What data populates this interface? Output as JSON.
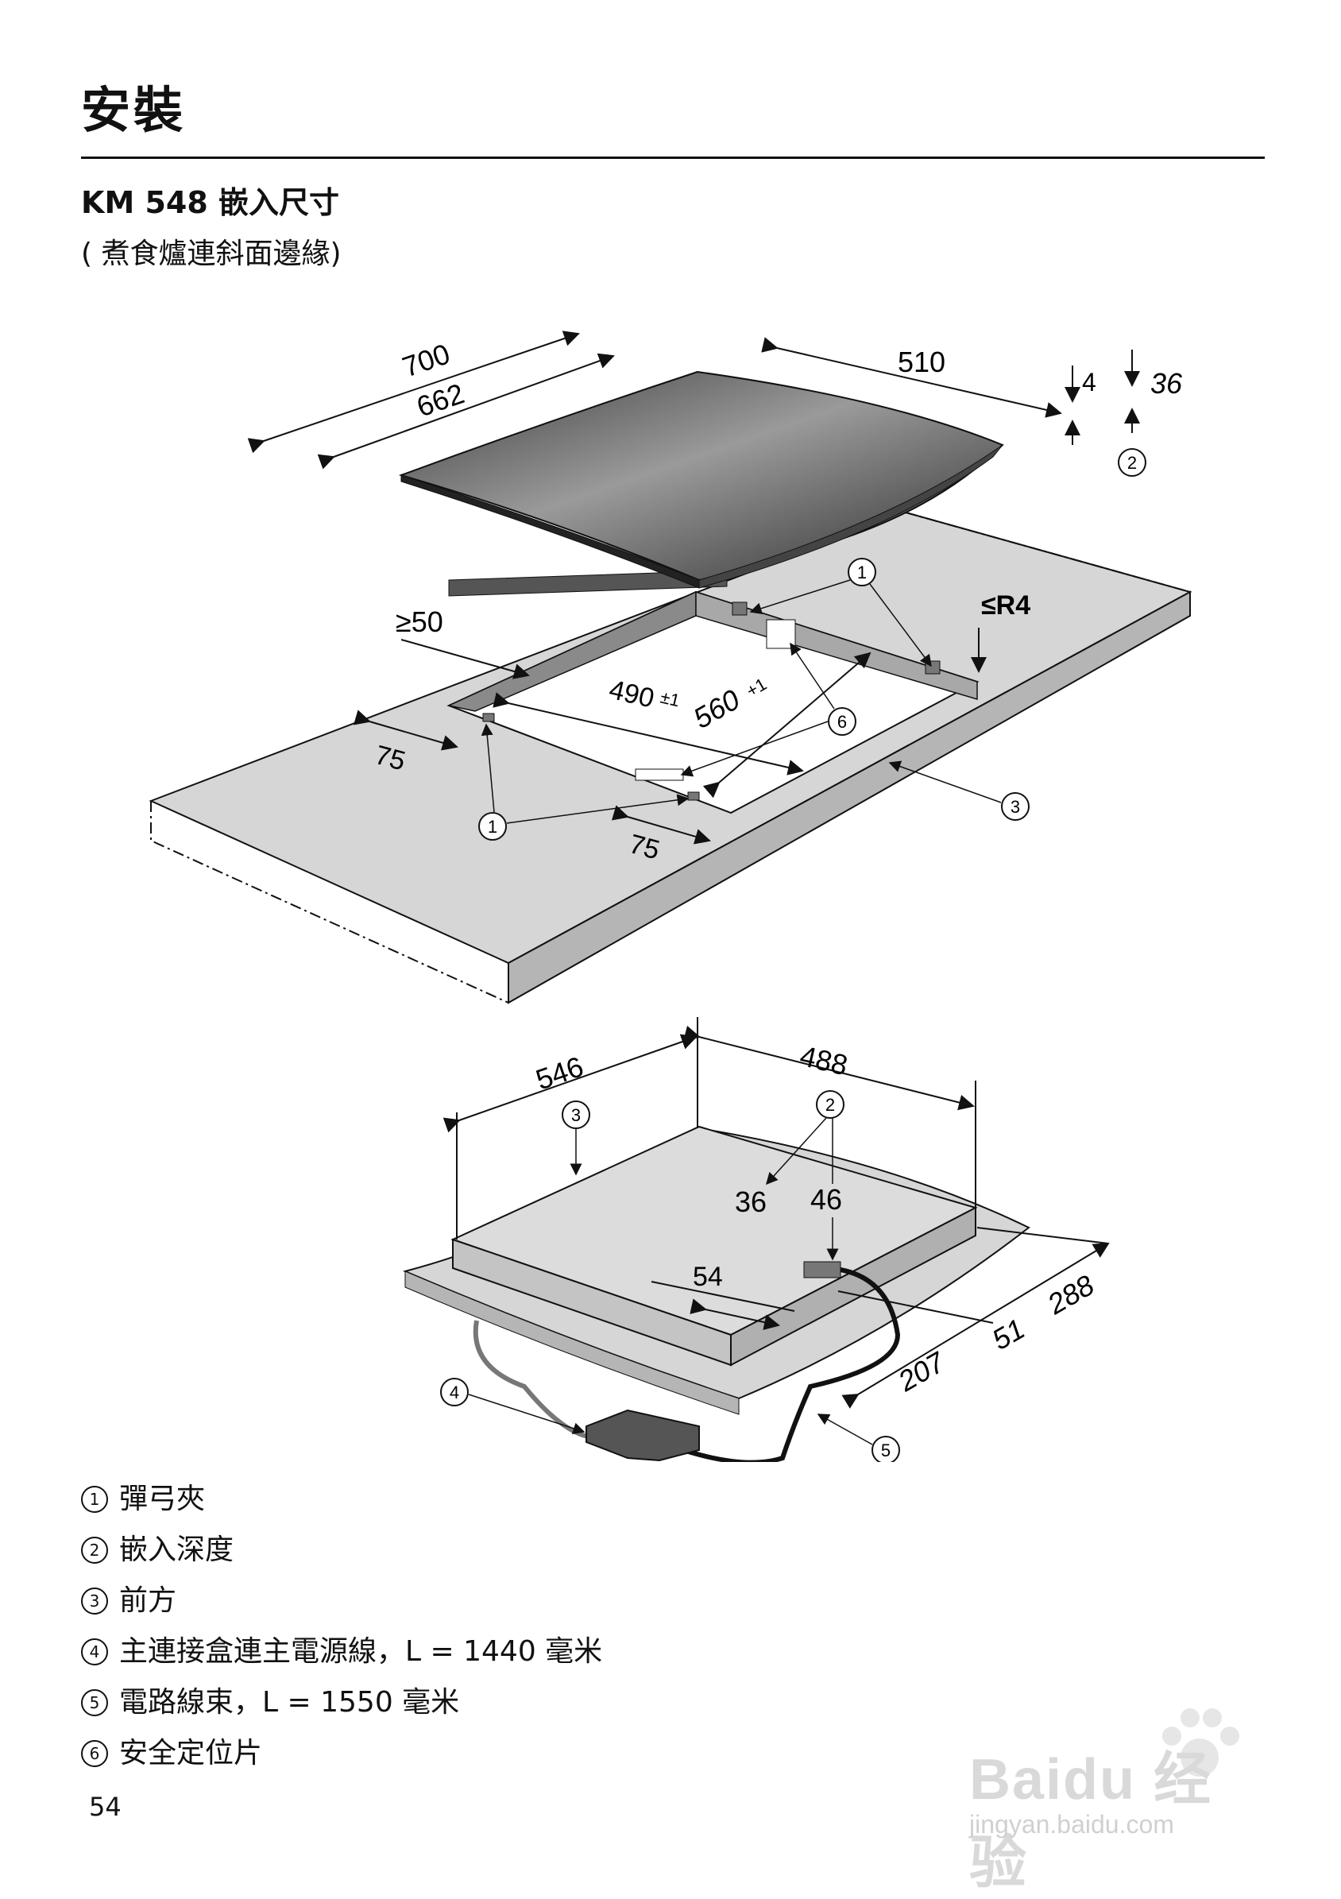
{
  "header": {
    "title": "安裝",
    "subtitle": "KM 548 嵌入尺寸",
    "note": "( 煮食爐連斜面邊緣)"
  },
  "top_diagram": {
    "dim_width_outer": "700",
    "dim_width_inner": "662",
    "dim_depth": "510",
    "dim_thickness": "4",
    "dim_height": "36",
    "dim_min_back": "≥50",
    "dim_radius": "≤R4",
    "dim_cutout_width": "490",
    "dim_cutout_width_tol": "±1",
    "dim_cutout_depth": "560",
    "dim_cutout_depth_tol": "+1",
    "dim_clip_left": "75",
    "dim_clip_front": "75",
    "callouts": [
      "1",
      "2",
      "3",
      "6",
      "1"
    ]
  },
  "bottom_diagram": {
    "dim_546": "546",
    "dim_488": "488",
    "dim_36": "36",
    "dim_46": "46",
    "dim_54": "54",
    "dim_51": "51",
    "dim_288": "288",
    "dim_207": "207",
    "callouts": [
      "3",
      "2",
      "4",
      "5"
    ]
  },
  "legend": [
    {
      "num": "1",
      "text": "彈弓夾"
    },
    {
      "num": "2",
      "text": "嵌入深度"
    },
    {
      "num": "3",
      "text": "前方"
    },
    {
      "num": "4",
      "text": "主連接盒連主電源線，L = 1440 毫米"
    },
    {
      "num": "5",
      "text": "電路線束，L = 1550 毫米"
    },
    {
      "num": "6",
      "text": "安全定位片"
    }
  ],
  "page_number": "54",
  "watermark": {
    "brand": "Baidu 经验",
    "site": "jingyan.baidu.com"
  }
}
